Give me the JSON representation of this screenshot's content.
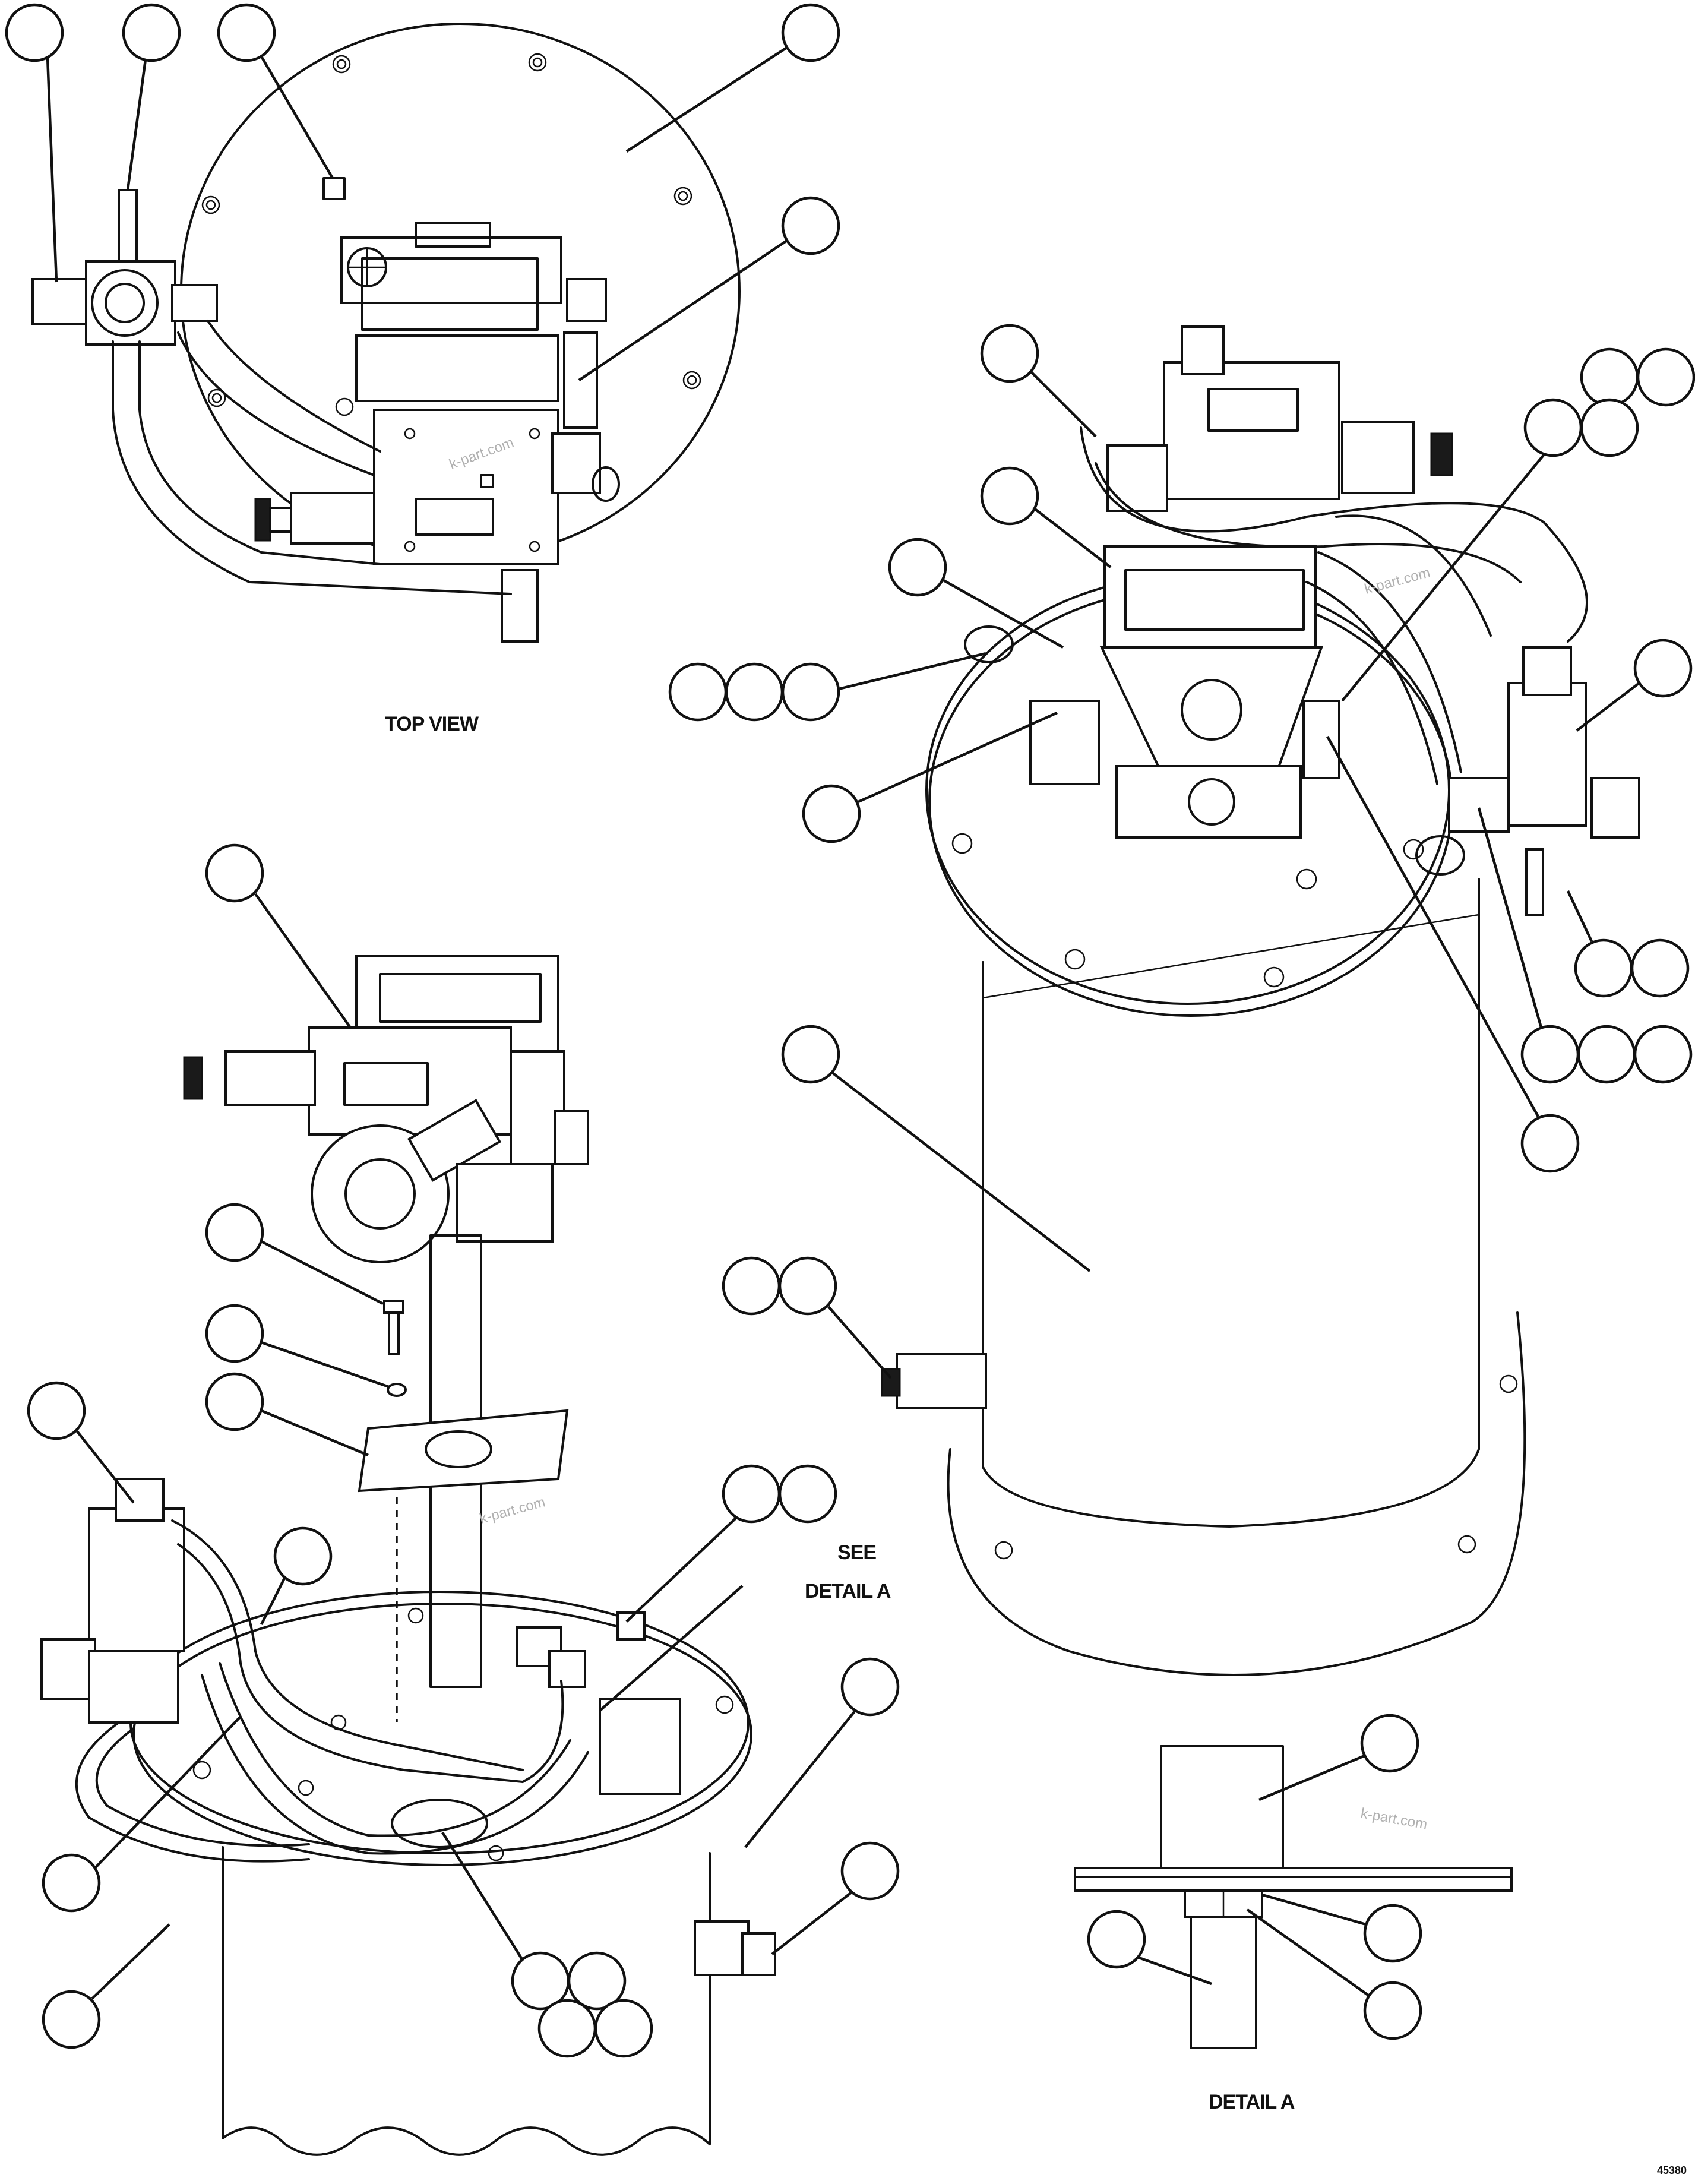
{
  "labels": {
    "top_view": "TOP VIEW",
    "see_detail_line1": "SEE",
    "see_detail_line2": "DETAIL A",
    "detail_a": "DETAIL A",
    "figure_number": "45380"
  },
  "watermark": "k-part.com",
  "colors": {
    "line": "#111111",
    "background": "#ffffff",
    "watermark": "#b0b0b0"
  }
}
